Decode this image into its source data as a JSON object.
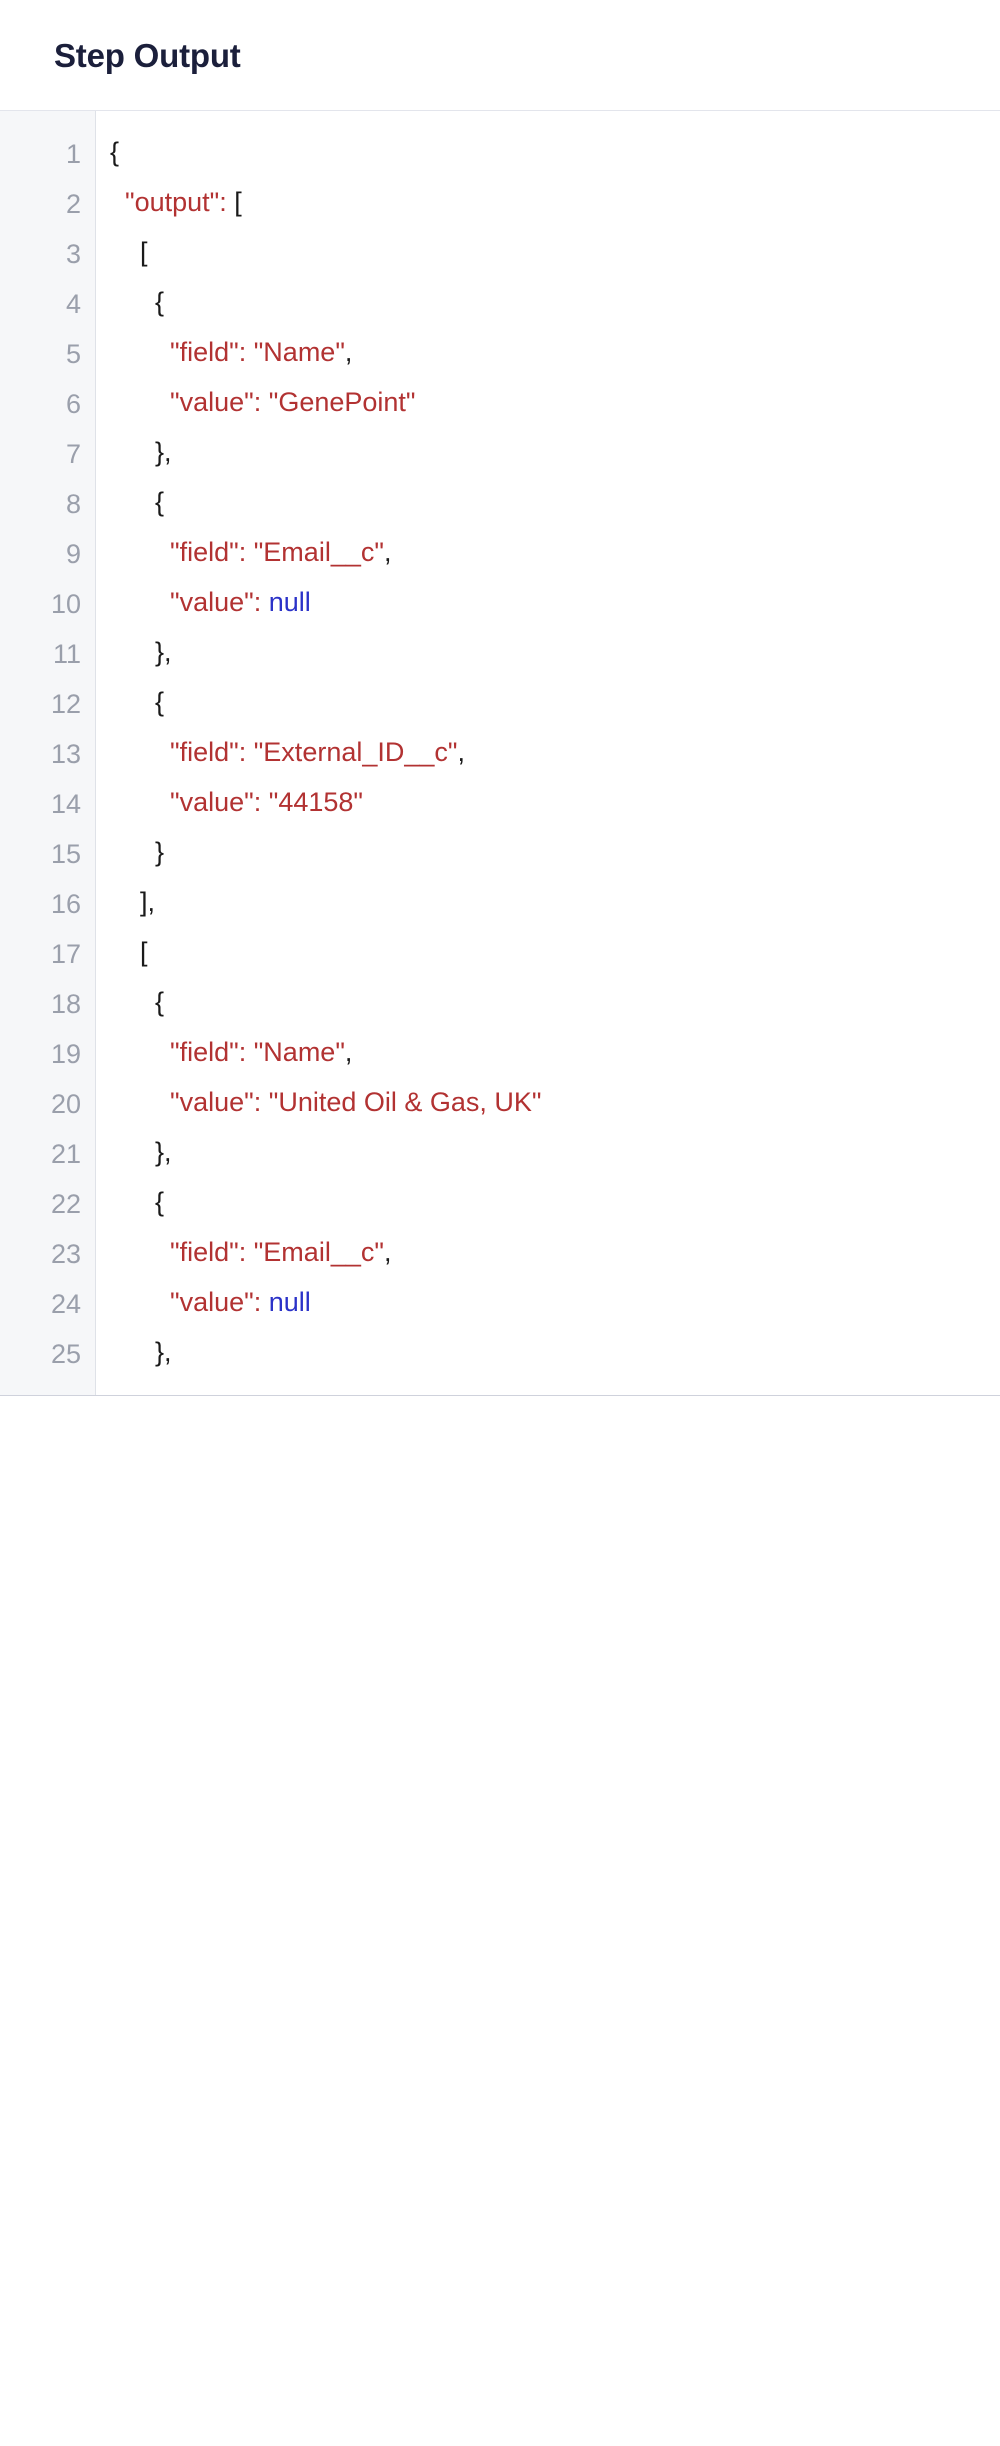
{
  "header": {
    "title": "Step Output"
  },
  "code_viewer": {
    "language": "json",
    "colors": {
      "string": "#b23232",
      "null": "#2b32c8",
      "punctuation": "#1a1a1a",
      "gutter_text": "#9a9fab",
      "gutter_bg": "#f6f7f9"
    },
    "first_line_number": 1,
    "last_line_number": 25,
    "lines": [
      {
        "n": 1,
        "indent": 0,
        "tokens": [
          {
            "t": "{",
            "c": "punc"
          }
        ]
      },
      {
        "n": 2,
        "indent": 1,
        "tokens": [
          {
            "t": "\"output\":",
            "c": "str"
          },
          {
            "t": " [",
            "c": "punc"
          }
        ]
      },
      {
        "n": 3,
        "indent": 2,
        "tokens": [
          {
            "t": "[",
            "c": "punc"
          }
        ]
      },
      {
        "n": 4,
        "indent": 3,
        "tokens": [
          {
            "t": "{",
            "c": "punc"
          }
        ]
      },
      {
        "n": 5,
        "indent": 4,
        "tokens": [
          {
            "t": "\"field\": \"Name\"",
            "c": "str"
          },
          {
            "t": ",",
            "c": "punc"
          }
        ]
      },
      {
        "n": 6,
        "indent": 4,
        "tokens": [
          {
            "t": "\"value\": \"GenePoint\"",
            "c": "str"
          }
        ]
      },
      {
        "n": 7,
        "indent": 3,
        "tokens": [
          {
            "t": "},",
            "c": "punc"
          }
        ]
      },
      {
        "n": 8,
        "indent": 3,
        "tokens": [
          {
            "t": "{",
            "c": "punc"
          }
        ]
      },
      {
        "n": 9,
        "indent": 4,
        "tokens": [
          {
            "t": "\"field\": \"Email__c\"",
            "c": "str"
          },
          {
            "t": ",",
            "c": "punc"
          }
        ]
      },
      {
        "n": 10,
        "indent": 4,
        "tokens": [
          {
            "t": "\"value\":",
            "c": "str"
          },
          {
            "t": " ",
            "c": "punc"
          },
          {
            "t": "null",
            "c": "null"
          }
        ]
      },
      {
        "n": 11,
        "indent": 3,
        "tokens": [
          {
            "t": "},",
            "c": "punc"
          }
        ]
      },
      {
        "n": 12,
        "indent": 3,
        "tokens": [
          {
            "t": "{",
            "c": "punc"
          }
        ]
      },
      {
        "n": 13,
        "indent": 4,
        "tokens": [
          {
            "t": "\"field\": \"External_ID__c\"",
            "c": "str"
          },
          {
            "t": ",",
            "c": "punc"
          }
        ]
      },
      {
        "n": 14,
        "indent": 4,
        "tokens": [
          {
            "t": "\"value\": \"44158\"",
            "c": "str"
          }
        ]
      },
      {
        "n": 15,
        "indent": 3,
        "tokens": [
          {
            "t": "}",
            "c": "punc"
          }
        ]
      },
      {
        "n": 16,
        "indent": 2,
        "tokens": [
          {
            "t": "],",
            "c": "punc"
          }
        ]
      },
      {
        "n": 17,
        "indent": 2,
        "tokens": [
          {
            "t": "[",
            "c": "punc"
          }
        ]
      },
      {
        "n": 18,
        "indent": 3,
        "tokens": [
          {
            "t": "{",
            "c": "punc"
          }
        ]
      },
      {
        "n": 19,
        "indent": 4,
        "tokens": [
          {
            "t": "\"field\": \"Name\"",
            "c": "str"
          },
          {
            "t": ",",
            "c": "punc"
          }
        ]
      },
      {
        "n": 20,
        "indent": 4,
        "tokens": [
          {
            "t": "\"value\": \"United Oil & Gas, UK\"",
            "c": "str"
          }
        ]
      },
      {
        "n": 21,
        "indent": 3,
        "tokens": [
          {
            "t": "},",
            "c": "punc"
          }
        ]
      },
      {
        "n": 22,
        "indent": 3,
        "tokens": [
          {
            "t": "{",
            "c": "punc"
          }
        ]
      },
      {
        "n": 23,
        "indent": 4,
        "tokens": [
          {
            "t": "\"field\": \"Email__c\"",
            "c": "str"
          },
          {
            "t": ",",
            "c": "punc"
          }
        ]
      },
      {
        "n": 24,
        "indent": 4,
        "tokens": [
          {
            "t": "\"value\":",
            "c": "str"
          },
          {
            "t": " ",
            "c": "punc"
          },
          {
            "t": "null",
            "c": "null"
          }
        ]
      },
      {
        "n": 25,
        "indent": 3,
        "tokens": [
          {
            "t": "},",
            "c": "punc"
          }
        ]
      }
    ]
  }
}
